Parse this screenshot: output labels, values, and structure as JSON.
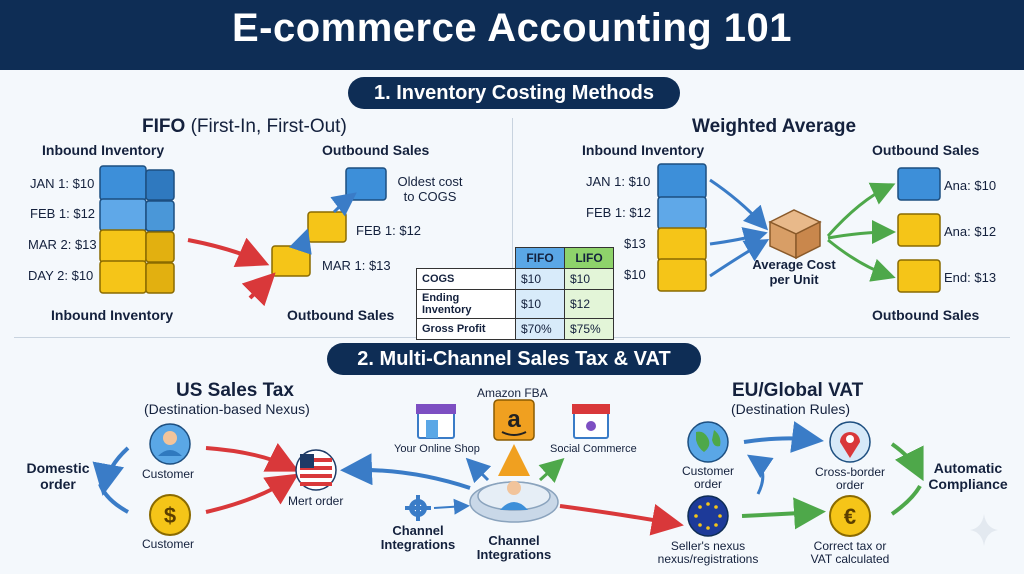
{
  "title": "E-commerce Accounting 101",
  "section1": {
    "pill": "1. Inventory Costing Methods",
    "fifo": {
      "heading_bold": "FIFO",
      "heading_light": "(First-In, First-Out)",
      "inbound_top": "Inbound Inventory",
      "inbound_bottom": "Inbound Inventory",
      "outbound_top": "Outbound Sales",
      "outbound_bottom": "Outbound Sales",
      "rows": [
        "JAN 1: $10",
        "FEB 1: $12",
        "MAR 2: $13",
        "DAY 2: $10"
      ],
      "callout": "Oldest cost\nto COGS",
      "step_feb": "FEB 1: $12",
      "step_mar": "MAR 1: $13"
    },
    "table": {
      "col_fifo": "FIFO",
      "col_lifo": "LIFO",
      "rows": [
        {
          "label": "COGS",
          "fifo": "$10",
          "lifo": "$10"
        },
        {
          "label": "Ending Inventory",
          "fifo": "$10",
          "lifo": "$12"
        },
        {
          "label": "Gross Profit",
          "fifo": "$70%",
          "lifo": "$75%"
        }
      ]
    },
    "weighted": {
      "heading": "Weighted Average",
      "inbound": "Inbound Inventory",
      "outbound_top": "Outbound Sales",
      "outbound_bottom": "Outbound Sales",
      "rows": [
        "JAN 1: $10",
        "FEB 1: $12",
        "$13",
        "$10"
      ],
      "center_label": "Average Cost\nper Unit",
      "out_rows": [
        "Ana: $10",
        "Ana: $12",
        "End: $13"
      ]
    }
  },
  "section2": {
    "pill": "2. Multi-Channel Sales Tax & VAT",
    "us": {
      "heading": "US Sales Tax",
      "subheading": "(Destination-based Nexus)",
      "domestic": "Domestic\norder",
      "customer_top": "Customer",
      "customer_bottom": "Customer",
      "flag_label": "Mert order"
    },
    "channels": {
      "amazon": "Amazon FBA",
      "online_shop": "Your Online Shop",
      "social": "Social Commerce",
      "hub": "Channel\nIntegrations",
      "gear": "Channel\nIntegrations"
    },
    "eu": {
      "heading": "EU/Global VAT",
      "subheading": "(Destination Rules)",
      "customer_order": "Customer\norder",
      "cross_border": "Cross-border\norder",
      "nexus": "Seller's nexus\nnexus/registrations",
      "correct_tax": "Correct tax or\nVAT calculated",
      "automatic": "Automatic\nCompliance"
    }
  },
  "colors": {
    "navy": "#0e2d55",
    "box_blue": "#3d8fd9",
    "box_yellow": "#f5c518",
    "arrow_red": "#d9383a",
    "arrow_blue": "#3a7cc7",
    "arrow_green": "#4ea84a",
    "arrow_orange": "#f0a020"
  },
  "icons": [
    "box-icon",
    "cost-box-icon",
    "person-icon",
    "dollar-coin-icon",
    "us-flag-icon",
    "amazon-icon",
    "shop-icon",
    "social-shop-icon",
    "gear-icon",
    "hub-person-icon",
    "globe-icon",
    "location-pin-icon",
    "eu-flag-icon",
    "euro-coin-icon",
    "sparkle-icon"
  ]
}
